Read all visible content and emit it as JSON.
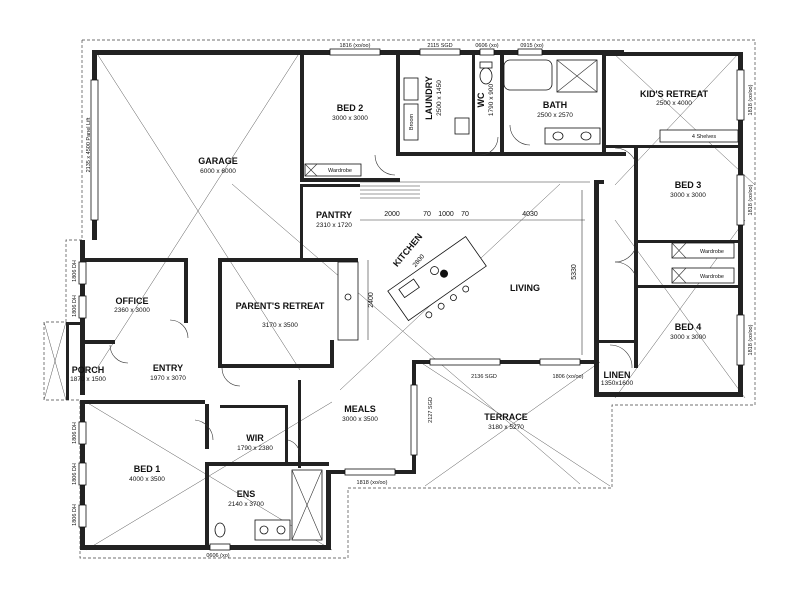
{
  "rooms": {
    "garage": {
      "name": "GARAGE",
      "dim": "6000 x 6000"
    },
    "bed2": {
      "name": "BED 2",
      "dim": "3000 x 3000"
    },
    "laundry": {
      "name": "LAUNDRY",
      "dim": "2500 x 1450"
    },
    "wc": {
      "name": "WC",
      "dim": "1790 x 900"
    },
    "bath": {
      "name": "BATH",
      "dim": "2500 x 2570"
    },
    "kids_retreat": {
      "name": "KID'S RETREAT",
      "dim": "2500 x 4000"
    },
    "pantry": {
      "name": "PANTRY",
      "dim": "2310 x 1720"
    },
    "kitchen": {
      "name": "KITCHEN",
      "dim": "2800"
    },
    "bed3": {
      "name": "BED 3",
      "dim": "3000 x 3000"
    },
    "office": {
      "name": "OFFICE",
      "dim": "2360 x 3000"
    },
    "parents_retreat": {
      "name": "PARENT'S RETREAT",
      "dim": "3170 x 3500"
    },
    "living": {
      "name": "LIVING"
    },
    "bed4": {
      "name": "BED 4",
      "dim": "3000 x 3000"
    },
    "porch": {
      "name": "PORCH",
      "dim": "1870 x 1500"
    },
    "entry": {
      "name": "ENTRY",
      "dim": "1970 x 3070"
    },
    "linen": {
      "name": "LINEN",
      "dim": "1350x1600"
    },
    "meals": {
      "name": "MEALS",
      "dim": "3000 x 3500"
    },
    "terrace": {
      "name": "TERRACE",
      "dim": "3180 x 5270"
    },
    "wir": {
      "name": "WIR",
      "dim": "1790 x 2380"
    },
    "bed1": {
      "name": "BED 1",
      "dim": "4000 x 3500"
    },
    "ens": {
      "name": "ENS",
      "dim": "2140 x 3700"
    }
  },
  "fixtures": {
    "broom": "Broom",
    "wardrobe_bed2": "Wardrobe",
    "wardrobe_bed3": "Wardrobe",
    "wardrobe_bed4": "Wardrobe",
    "shelves": "4 Shelves"
  },
  "dimensions": {
    "d2000": "2000",
    "d70a": "70",
    "d1000": "1000",
    "d70b": "70",
    "d4030": "4030",
    "d5330": "5330",
    "d2400": "2400"
  },
  "windows": {
    "top_bed2": "1816 (xo/oo)",
    "top_laundry": "2115 SGD",
    "top_wc": "0606 (xo)",
    "top_bath": "0915 (xo)",
    "garage_left": "2135 x 4500 Panel Lift",
    "office_left_1": "1806 DH",
    "office_left_2": "1806 DH",
    "bed1_left_1": "1806 DH",
    "bed1_left_2": "1806 DH",
    "bed1_left_3": "1806 DH",
    "right_kids": "1818 (xo/oo)",
    "right_bed3": "1818 (xo/oo)",
    "right_bed4": "1818 (xo/oo)",
    "living_sgd": "2136 SGD",
    "living_right": "1806 (xo/oo)",
    "terrace_sgd": "2127 SGD",
    "meals_bottom": "1818 (xo/oo)",
    "ens_bottom": "0606 (xo)"
  }
}
